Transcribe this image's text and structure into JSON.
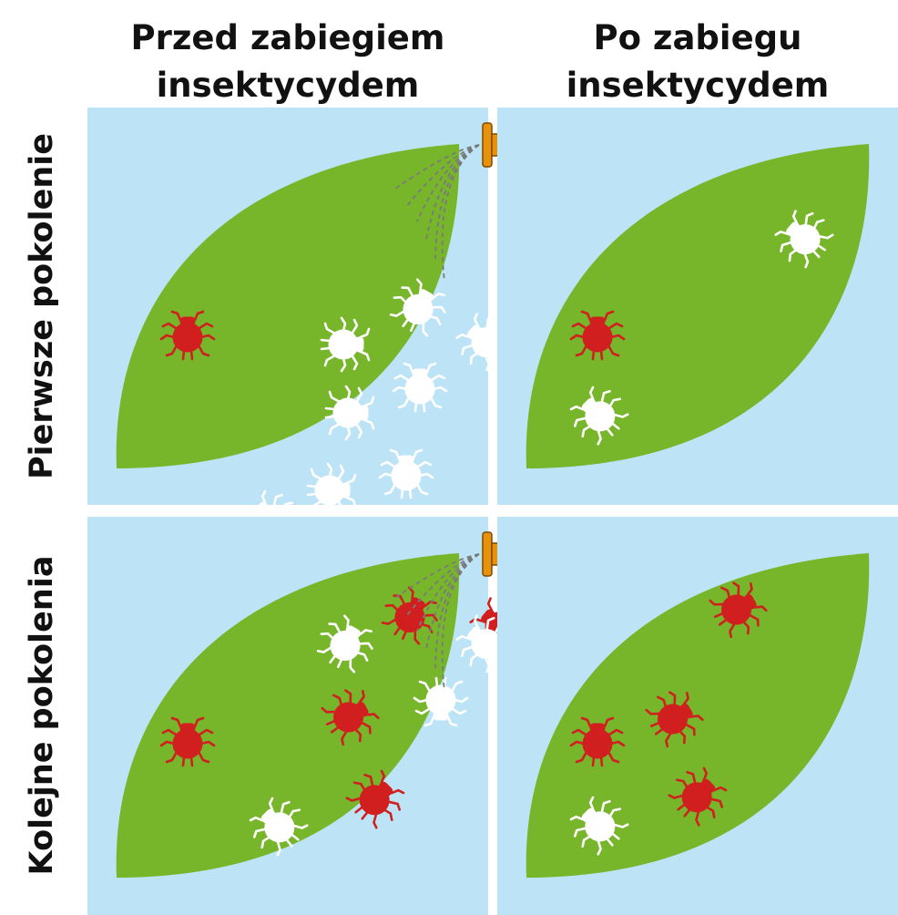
{
  "columns": {
    "before": [
      "Przed zabiegiem",
      "insektycydem"
    ],
    "after": [
      "Po zabiegu",
      "insektycydem"
    ]
  },
  "rows": {
    "first": "Pierwsze pokolenie",
    "next": "Kolejne pokolenia"
  },
  "colors": {
    "background": "#bde3f6",
    "leaf": "#77b52b",
    "resistant_insect": "#d11f1f",
    "susceptible_insect": "#ffffff",
    "sprayer": "#e8920b",
    "spray_lines": "#7a7a7a"
  },
  "panels": [
    {
      "id": "first-before",
      "spray": true,
      "insects": {
        "resistant": 1,
        "susceptible": 8
      }
    },
    {
      "id": "first-after",
      "spray": false,
      "insects": {
        "resistant": 1,
        "susceptible": 2
      }
    },
    {
      "id": "next-before",
      "spray": true,
      "insects": {
        "resistant": 5,
        "susceptible": 4
      }
    },
    {
      "id": "next-after",
      "spray": false,
      "insects": {
        "resistant": 4,
        "susceptible": 1
      }
    }
  ]
}
